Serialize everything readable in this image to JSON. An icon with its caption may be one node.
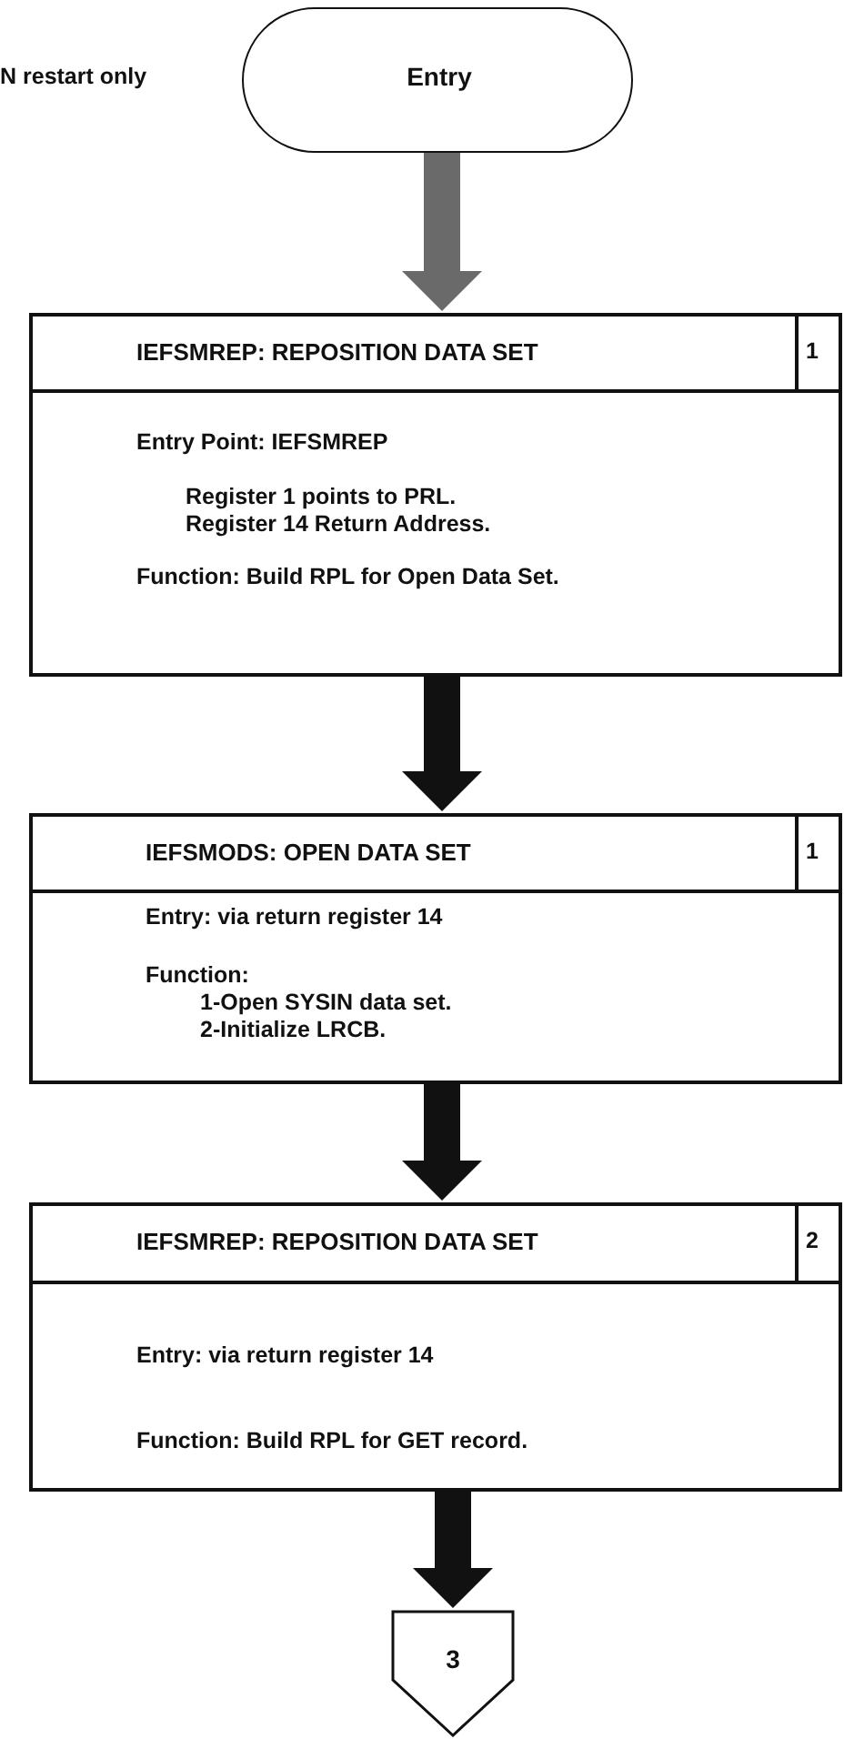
{
  "diagram": {
    "nodes": [
      {
        "text": [
          "Entry"
        ]
      },
      {
        "text": [
          "IEFSMREP: REPOSITION DATA SET",
          "1",
          "Entry Point: IEFSMREP",
          "Register 1 points to PRL. Register 14 Return Address.",
          "Function: Build RPL for Open Data Set."
        ]
      },
      {
        "text": [
          "IEFSMODS: OPEN DATA SET",
          "1",
          "Entry: via return register 14",
          "Function:",
          "1-Open SYSIN data set. 2-Initialize LRCB."
        ]
      },
      {
        "text": [
          "IEFSMREP: REPOSITION DATA SET",
          "2",
          "Entry: via return register 14",
          "Function: Build RPL for GET record."
        ]
      },
      {
        "text": [
          "3"
        ]
      }
    ],
    "edges": [
      {
        "from": 0,
        "to": 1,
        "arrow": "to",
        "color": "#6a6a6a"
      },
      {
        "from": 1,
        "to": 2,
        "arrow": "to"
      },
      {
        "from": 2,
        "to": 3,
        "arrow": "to"
      },
      {
        "from": 3,
        "to": 4,
        "arrow": "to"
      }
    ],
    "labels": [
      "N restart only"
    ]
  }
}
